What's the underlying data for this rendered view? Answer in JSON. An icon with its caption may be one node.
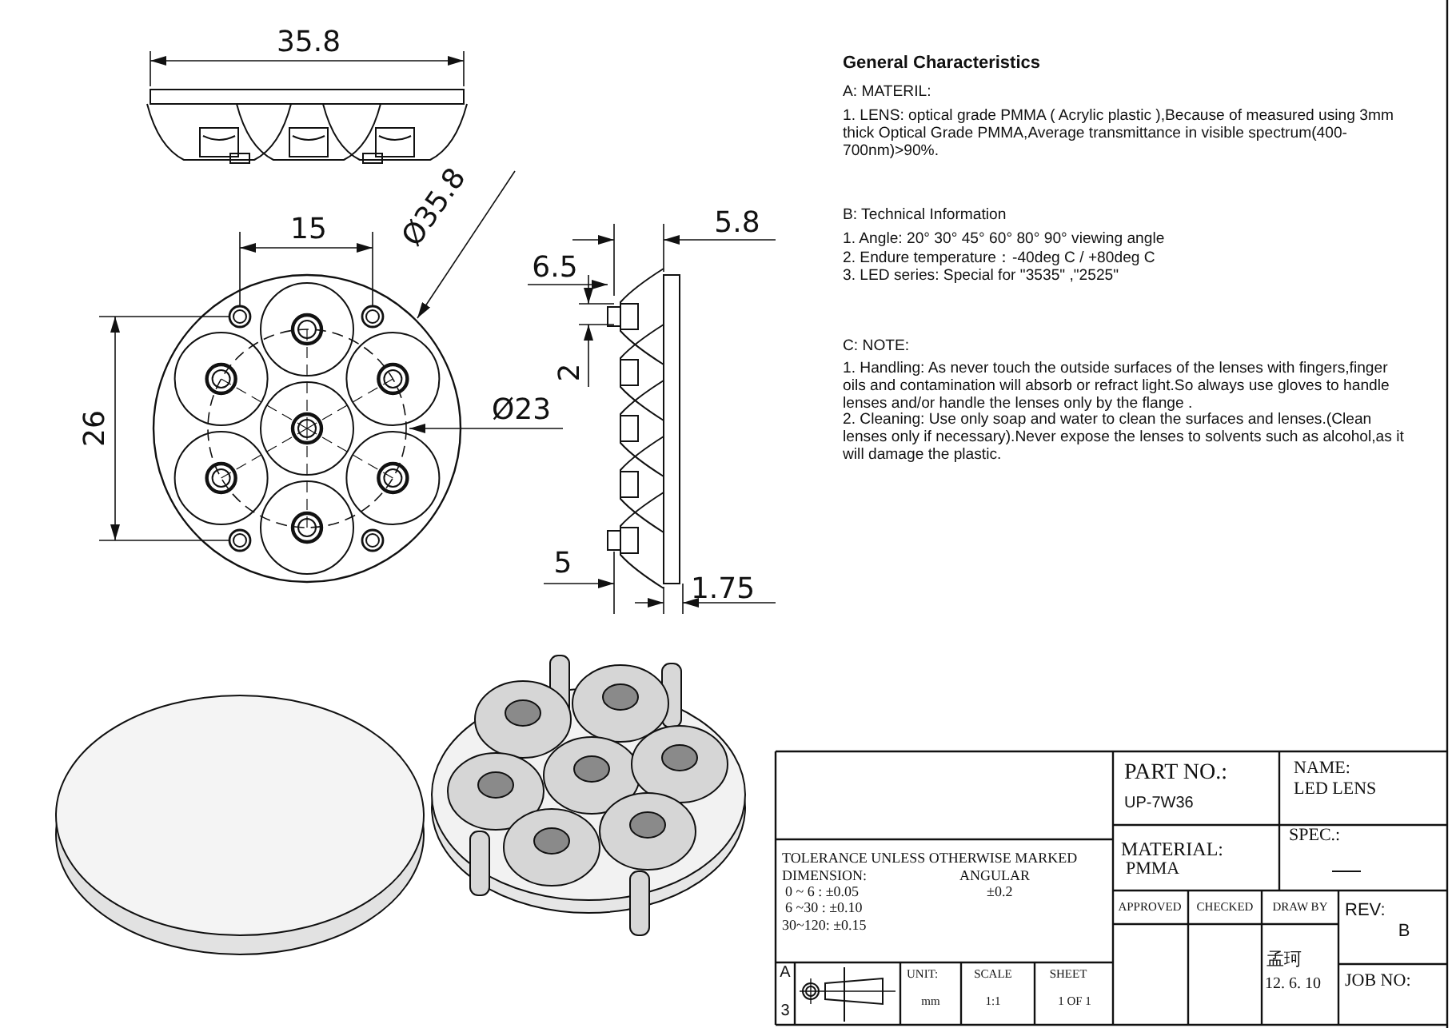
{
  "diagram": {
    "labels": [
      "35.8",
      "15",
      "Ø35.8",
      "26",
      "Ø23",
      "5.8",
      "6.5",
      "2",
      "5",
      "1.75",
      "General Characteristics",
      "A: MATERIL:",
      "1. LENS: optical grade PMMA ( Acrylic plastic ),Because of measured using 3mm thick Optical Grade PMMA,Average transmittance in visible spectrum(400-700nm)>90%.",
      "B: Technical Information",
      "1. Angle: 20° 30° 45° 60° 80° 90° viewing angle",
      "2. Endure temperature：-40deg C / +80deg C",
      "3. LED series: Special for \"3535\" ,\"2525\"",
      "C: NOTE:",
      "1. Handling: As never touch the outside surfaces of the lenses with fingers,finger oils and contamination will absorb or refract light.So always use gloves to handle lenses and/or handle the lenses only by the flange .",
      "2. Cleaning: Use only soap and water to clean the surfaces and lenses.(Clean lenses only if necessary).Never expose the lenses to solvents such as alcohol,as it will damage the plastic.",
      "PART NO.:",
      "UP-7W36",
      "NAME:",
      "LED LENS",
      "TOLERANCE UNLESS OTHERWISE MARKED",
      "DIMENSION:",
      "ANGULAR",
      "0 ~ 6 : ±0.05",
      "±0.2",
      "6 ~30 : ±0.10",
      "30~120: ±0.15",
      "MATERIAL:",
      "PMMA",
      "SPEC.:",
      "APPROVED",
      "CHECKED",
      "DRAW BY",
      "REV:",
      "B",
      "A",
      "UNIT:",
      "SCALE",
      "SHEET",
      "孟珂",
      "12. 6. 10",
      "JOB NO:",
      "mm",
      "1:1",
      "1 OF 1",
      "3"
    ]
  }
}
